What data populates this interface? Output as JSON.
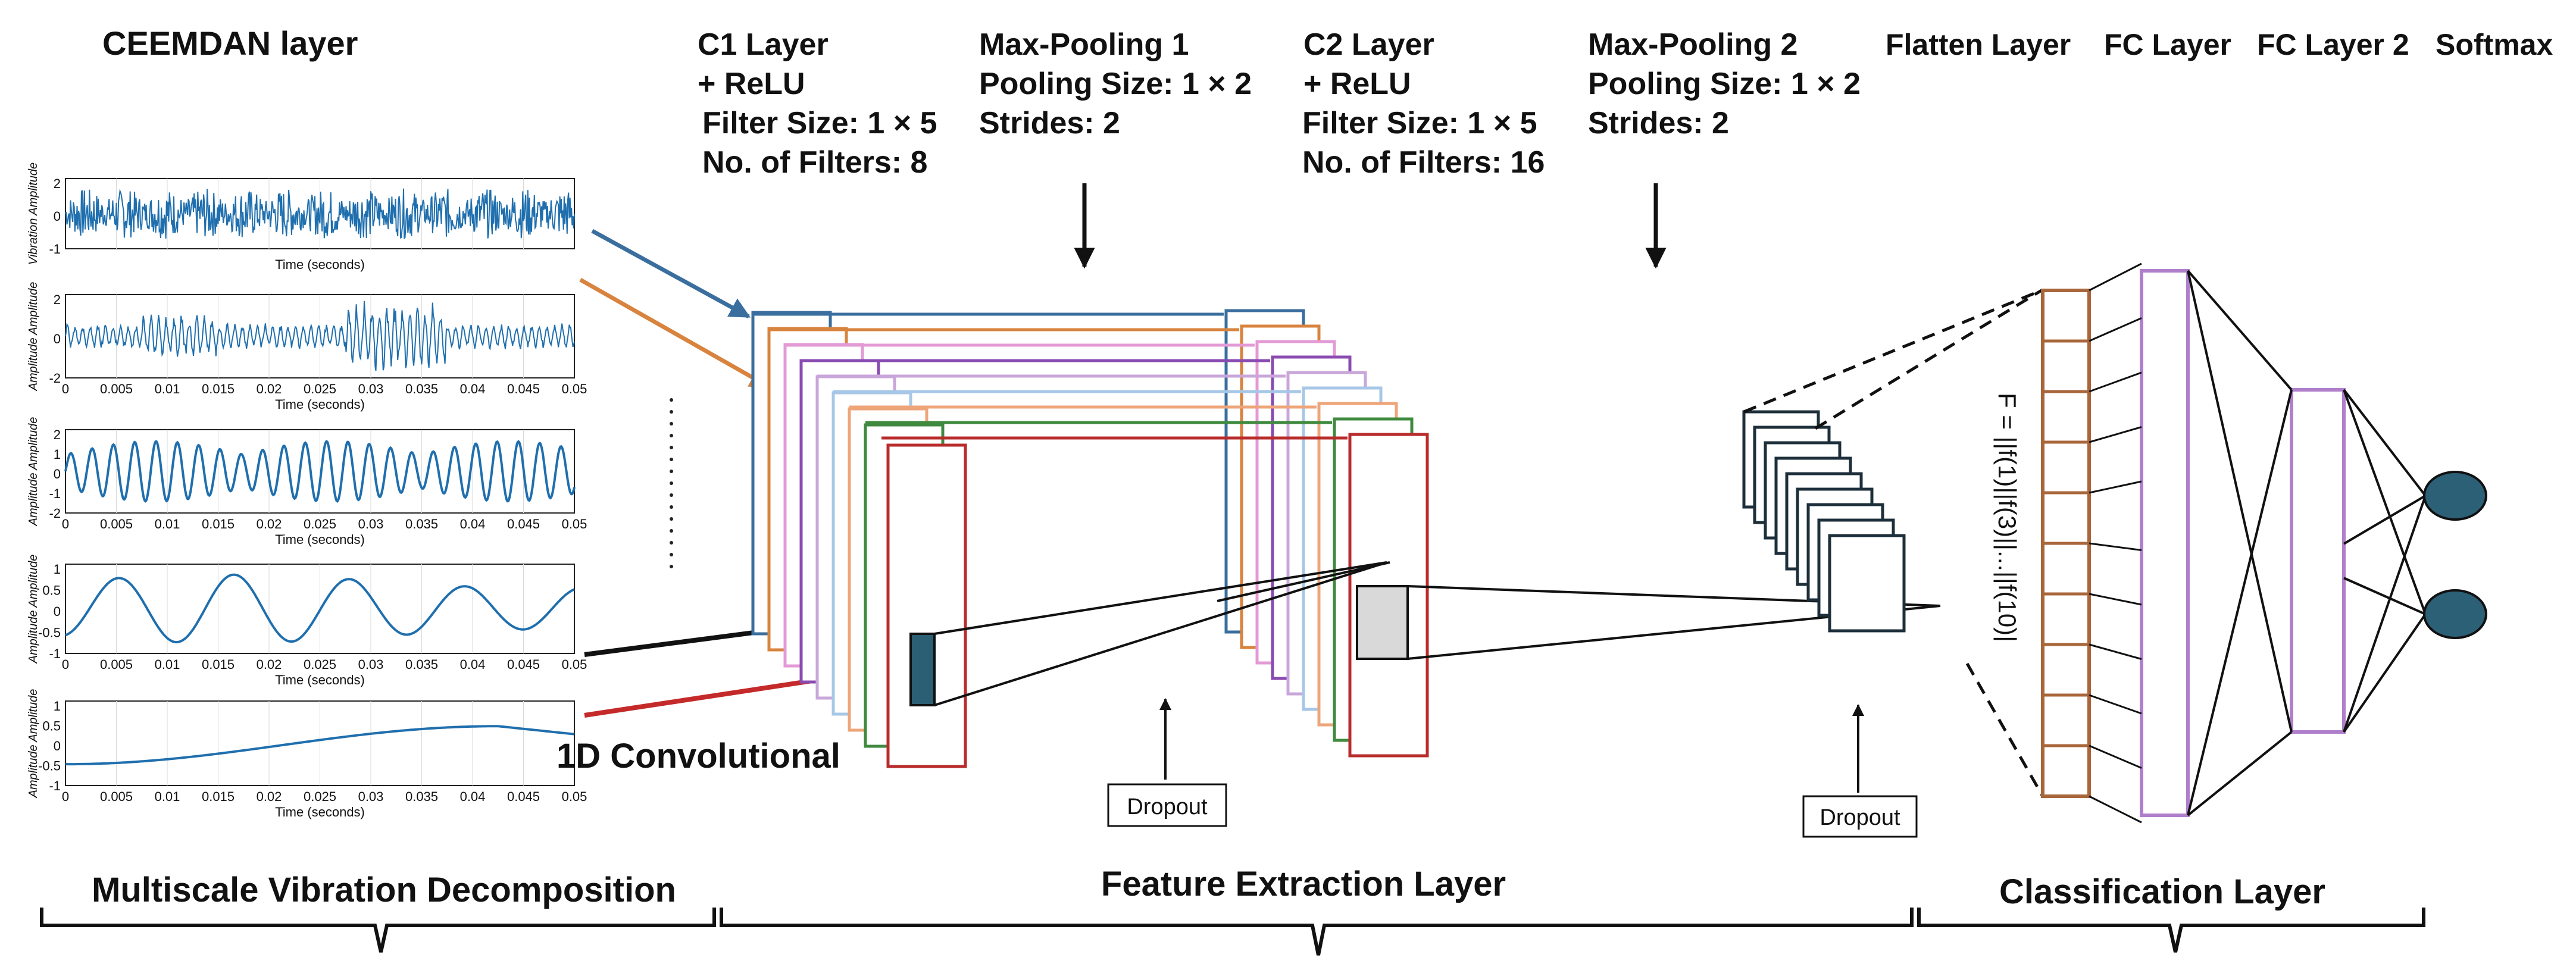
{
  "headers": {
    "ceemdan": "CEEMDAN layer",
    "c1": [
      "C1 Layer",
      "+ ReLU",
      "Filter Size: 1 × 5",
      "No. of Filters: 8"
    ],
    "mp1": [
      "Max-Pooling 1",
      "Pooling Size: 1 × 2",
      "Strides: 2"
    ],
    "c2": [
      "C2 Layer",
      "+ ReLU",
      "Filter Size: 1 × 5",
      "No. of Filters: 16"
    ],
    "mp2": [
      "Max-Pooling 2",
      "Pooling Size: 1 × 2",
      "Strides: 2"
    ],
    "flatten": "Flatten Layer",
    "fc1": "FC Layer",
    "fc2": "FC Layer 2",
    "softmax": "Softmax"
  },
  "signals": [
    {
      "ylabel": "Vibration Amplitude",
      "xlabel": "Time (seconds)",
      "yticks": [
        "2",
        "0",
        "-1"
      ],
      "xticks": []
    },
    {
      "ylabel": "Amplitude Amplitude",
      "xlabel": "Time (seconds)",
      "yticks": [
        "2",
        "0",
        "-2"
      ],
      "xticks": [
        "0",
        "0.005",
        "0.01",
        "0.015",
        "0.02",
        "0.025",
        "0.03",
        "0.035",
        "0.04",
        "0.045",
        "0.05"
      ]
    },
    {
      "ylabel": "Amplitude Amplitude",
      "xlabel": "Time (seconds)",
      "yticks": [
        "2",
        "1",
        "0",
        "-1",
        "-2"
      ],
      "xticks": [
        "0",
        "0.005",
        "0.01",
        "0.015",
        "0.02",
        "0.025",
        "0.03",
        "0.035",
        "0.04",
        "0.045",
        "0.05"
      ]
    },
    {
      "ylabel": "Amplitude Amplitude",
      "xlabel": "Time (seconds)",
      "yticks": [
        "1",
        "0.5",
        "0",
        "-0.5",
        "-1"
      ],
      "xticks": [
        "0",
        "0.005",
        "0.01",
        "0.015",
        "0.02",
        "0.025",
        "0.03",
        "0.035",
        "0.04",
        "0.045",
        "0.05"
      ]
    },
    {
      "ylabel": "Amplitude Amplitude",
      "xlabel": "Time (seconds)",
      "yticks": [
        "1",
        "0.5",
        "0",
        "-0.5",
        "-1"
      ],
      "xticks": [
        "0",
        "0.005",
        "0.01",
        "0.015",
        "0.02",
        "0.025",
        "0.03",
        "0.035",
        "0.04",
        "0.045",
        "0.05"
      ]
    }
  ],
  "conv_label": "1D Convolutional",
  "dropout1": "Dropout",
  "dropout2": "Dropout",
  "flatten_formula": "F = ||f(1)||f(3)||...||f(10)|",
  "sections": {
    "s1": "Multiscale Vibration Decomposition",
    "s2": "Feature Extraction Layer",
    "s3": "Classification Layer"
  },
  "colors": {
    "signal": "#1f6fae",
    "feature_maps": [
      "#3a6e9e",
      "#d8833e",
      "#e39ad5",
      "#8a4bb1",
      "#c9a6da",
      "#a7c7e7",
      "#eea57a",
      "#3f8a3f",
      "#b92c2c"
    ],
    "kernel": "#2b5f73",
    "pool_patch": "#d9d9d9",
    "flatten_border": "#a8663a",
    "fc_border": "#b07fcb",
    "softmax_node": "#2b6077",
    "arrow_red": "#c42a2a"
  }
}
